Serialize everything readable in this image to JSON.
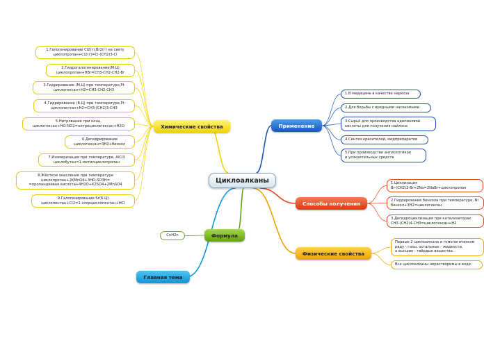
{
  "center": {
    "title": "Циклоалканы"
  },
  "branches": {
    "chem": {
      "label": "Химические свойства",
      "items": [
        "1.Галогенирование Cl2(г),Br2(г) на свету\nциклопропан+Cl2(г)=Cl-(CH2)3-Cl",
        "2.Гидрогалогенирование(M.Ц)\nциклопропан+HBr=CH3-CH2-CH2-Br",
        "3.Гидрирование (М.Ц) при температуре,Pt\nциклогексан+H2=CH3-CH2-CH3",
        "4.Гидрирование (Б.Ц) при температуре,Pt\nциклопентан+H2=CH3-(CH2)3-CH3",
        "5.Нитрование при конц.\nциклогексан+HO-NO2=нитроциклогексан+H2O",
        "6.Дегидрирование\nциклогексан=3H2+бензол",
        "7.Изомеризация при температуре, AlCl3\nциклобутан=1-метилциклопропан",
        "8.Жёсткое окисление при температуре\nциклопропан+2KMnO4+3HO-SO3H=\n=пропандиевая кислота+4H2O+K2SO4+2MnSO4",
        "9.Галогенирование Sr(Б.Ц)\nциклопентан+Cl2=1-хлорциклопентан+HCl"
      ]
    },
    "app": {
      "label": "Применение",
      "items": [
        "1.В медицине в качестве наркоза",
        "2.Для борьбы с вредными насекомыми",
        "3.Сырьё для производства адипиновой\nкислоты для получения найлона",
        "4.Синтез красителей, медпрепаратов",
        "5.При производстве антисептиков\nи усокоительных средств"
      ]
    },
    "prod": {
      "label": "Способы получения",
      "items": [
        "1.Циклизация\nBr-(CH2)2-Br+2Na=2NaBr+циклопропан",
        "2.Гидрирование бензола при температуре, Ni\nбензол+3H2=циклогексан",
        "3.Дегидроциклизация при катализаторах\nCH3-(CH2)4-CH3=циклогексан+H2"
      ]
    },
    "phys": {
      "label": "Физические свойства",
      "items": [
        "Первые 2 циклоалкана в гомологическом\nряду - газы, остальные - жидкости,\nа высшие - твёрдые вещества.",
        "Все циклоалканы нерастворимы в воде."
      ]
    },
    "form": {
      "label": "Формула",
      "items": [
        "CnH2n"
      ]
    },
    "main": {
      "label": "Главная тема"
    }
  },
  "colors": {
    "chem": "#f2d200",
    "app": "#1758b8",
    "prod": "#e4451d",
    "phys": "#eba400",
    "form": "#62a10e",
    "main": "#1196d8"
  }
}
